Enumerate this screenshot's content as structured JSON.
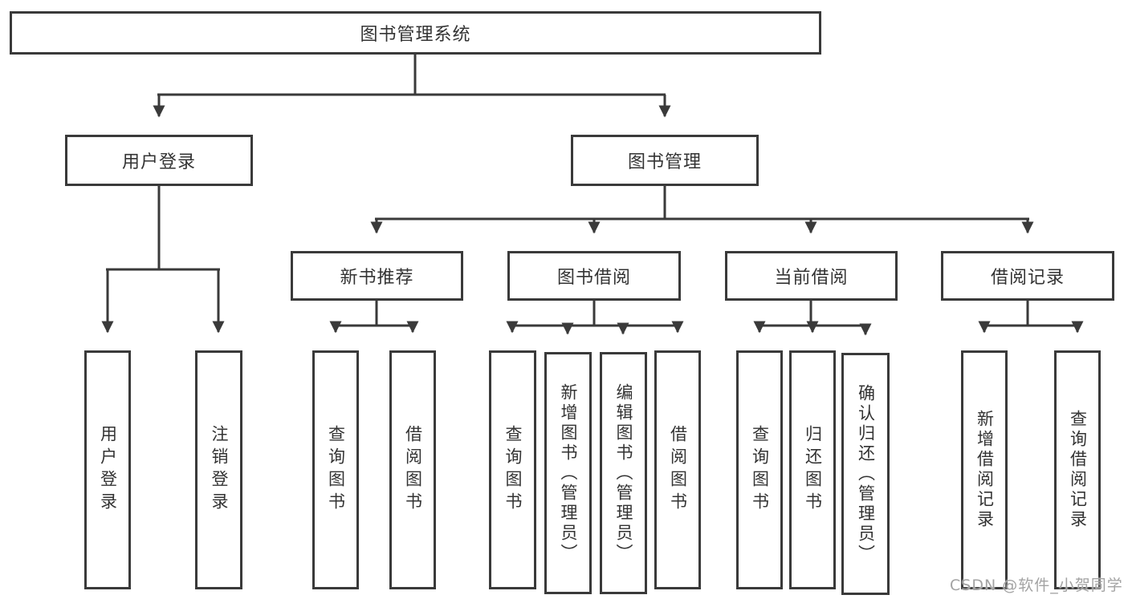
{
  "diagram_title": "图书管理系统",
  "colors": {
    "line": "#3a3a3a",
    "box_border": "#3a3a3a",
    "box_fill": "#ffffff",
    "text": "#333333",
    "watermark": "#a3a3a3"
  },
  "tree": {
    "root": {
      "label": "图书管理系统"
    },
    "branches": [
      {
        "label": "用户登录",
        "children": [
          {
            "label": "用户登录"
          },
          {
            "label": "注销登录"
          }
        ]
      },
      {
        "label": "图书管理",
        "groups": [
          {
            "label": "新书推荐",
            "children": [
              {
                "label": "查询图书"
              },
              {
                "label": "借阅图书"
              }
            ]
          },
          {
            "label": "图书借阅",
            "children": [
              {
                "label": "查询图书"
              },
              {
                "label": "新增图书（管理员）"
              },
              {
                "label": "编辑图书（管理员）"
              },
              {
                "label": "借阅图书"
              }
            ]
          },
          {
            "label": "当前借阅",
            "children": [
              {
                "label": "查询图书"
              },
              {
                "label": "归还图书"
              },
              {
                "label": "确认归还（管理员）"
              }
            ]
          },
          {
            "label": "借阅记录",
            "children": [
              {
                "label": "新增借阅记录"
              },
              {
                "label": "查询借阅记录"
              }
            ]
          }
        ]
      }
    ]
  },
  "watermark": "CSDN @软件_小贺同学"
}
